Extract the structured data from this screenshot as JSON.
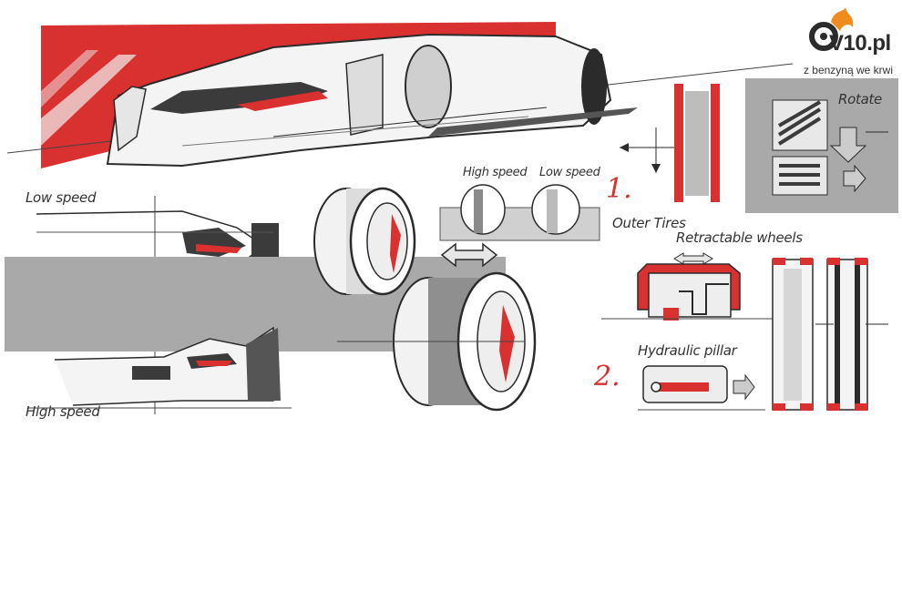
{
  "brand": {
    "name": "V10.pl",
    "tagline": "z benzyną we krwi",
    "icon": "flaming-tire-icon"
  },
  "labels": {
    "low_speed_top": "Low speed",
    "high_speed_bottom": "High speed",
    "legend_high_speed": "High speed",
    "legend_low_speed": "Low speed",
    "rotate": "Rotate",
    "outer_tires": "Outer Tires",
    "retractable_wheels": "Retractable wheels",
    "hydraulic_pillar": "Hydraulic pillar"
  },
  "steps": {
    "step1": "1.",
    "step2": "2."
  },
  "colors": {
    "accent": "#d93030",
    "gray_panel": "#a9a9a9",
    "ink": "#2b2b2b",
    "logo_flame": "#f08c1e"
  }
}
